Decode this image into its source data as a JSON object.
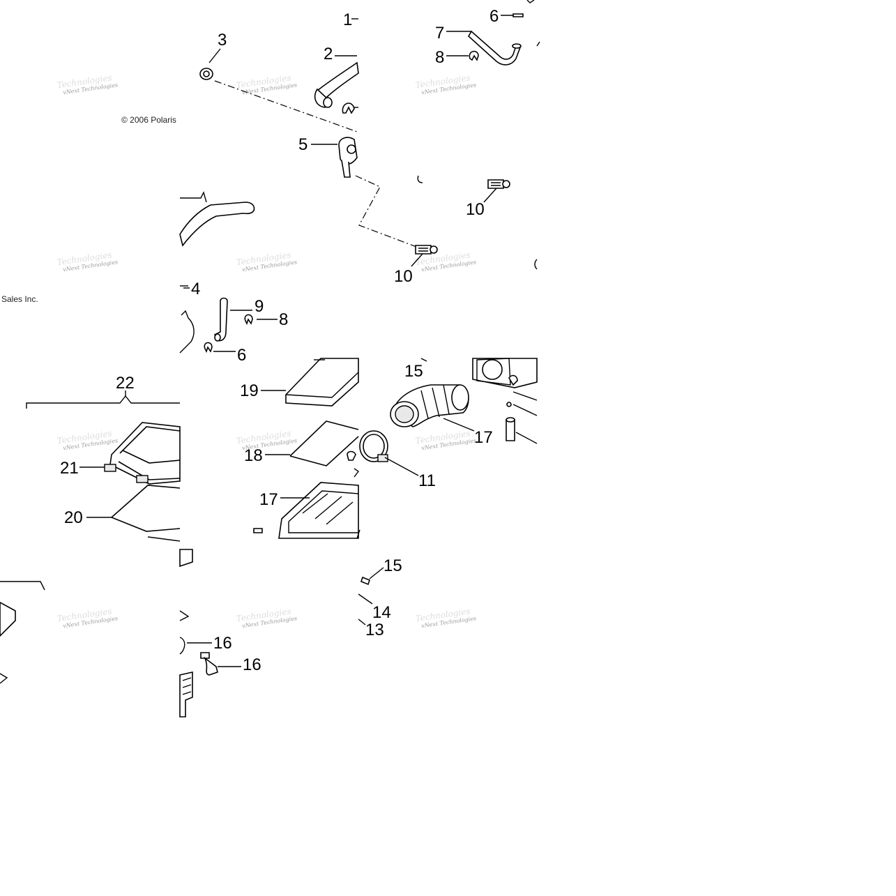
{
  "copyright": {
    "line1": "© 2006 Polaris",
    "line2": "Sales Inc."
  },
  "watermark": "vNext Technologies",
  "callouts": [
    "1",
    "2",
    "3",
    "4",
    "5",
    "6",
    "7",
    "8",
    "9",
    "10",
    "11",
    "13",
    "14",
    "15",
    "16",
    "17",
    "18",
    "19",
    "20",
    "21",
    "22"
  ]
}
